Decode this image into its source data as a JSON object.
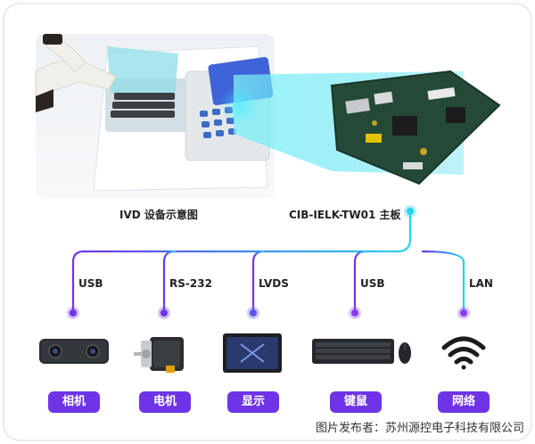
{
  "caption_left": "IVD 设备示意图",
  "caption_right": "CIB-IELK-TW01 主板",
  "interfaces": [
    "USB",
    "RS-232",
    "LVDS",
    "USB",
    "LAN"
  ],
  "devices": [
    {
      "label": "相机",
      "icon": "camera-icon"
    },
    {
      "label": "电机",
      "icon": "motor-icon"
    },
    {
      "label": "显示",
      "icon": "display-icon"
    },
    {
      "label": "键鼠",
      "icon": "keyboard-mouse-icon"
    },
    {
      "label": "网络",
      "icon": "wifi-icon"
    }
  ],
  "credit": "图片发布者：苏州源控电子科技有限公司",
  "colors": {
    "accent": "#6f34e8",
    "cyan": "#29d3e8"
  }
}
